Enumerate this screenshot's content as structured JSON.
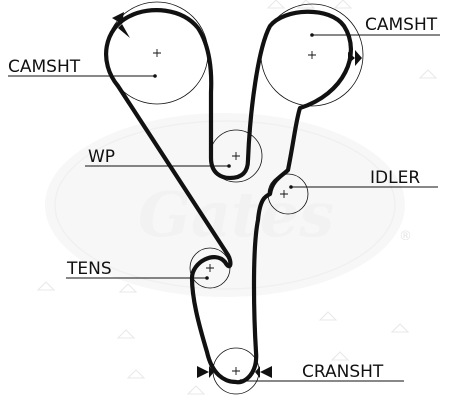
{
  "labels": {
    "camsht_left": "CAMSHT",
    "camsht_right": "CAMSHT",
    "wp": "WP",
    "idler": "IDLER",
    "tens": "TENS",
    "cransht": "CRANSHT"
  },
  "watermark": {
    "logo_text": "Gates",
    "registered_mark": "®"
  },
  "colors": {
    "line": "#111111",
    "watermark": "#f2f2f2",
    "background": "#ffffff"
  }
}
